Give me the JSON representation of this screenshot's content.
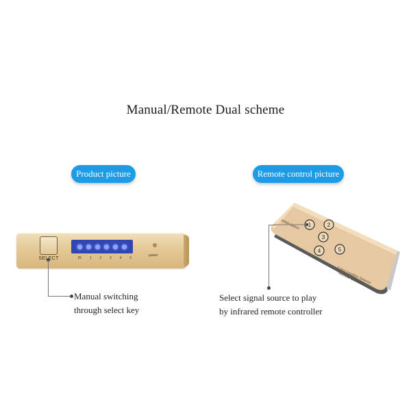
{
  "title": "Manual/Remote Dual scheme",
  "labels": {
    "product": "Product picture",
    "remote": "Remote control picture"
  },
  "device": {
    "select_key_label": "SELECT",
    "led_numbers": [
      "IR",
      "1",
      "2",
      "3",
      "4",
      "5"
    ],
    "power_label": "power"
  },
  "remote": {
    "buttons": [
      "1",
      "2",
      "3",
      "4",
      "5"
    ]
  },
  "captions": {
    "left_line1": "Manual switching",
    "left_line2": "through select key",
    "right_line1": "Select signal source to play",
    "right_line2": "by infrared remote controller"
  },
  "colors": {
    "pill": "#1e9be6",
    "device_gold": "#e4c896",
    "led_panel": "#2f46b3",
    "remote_body": "#e6c9a3"
  }
}
